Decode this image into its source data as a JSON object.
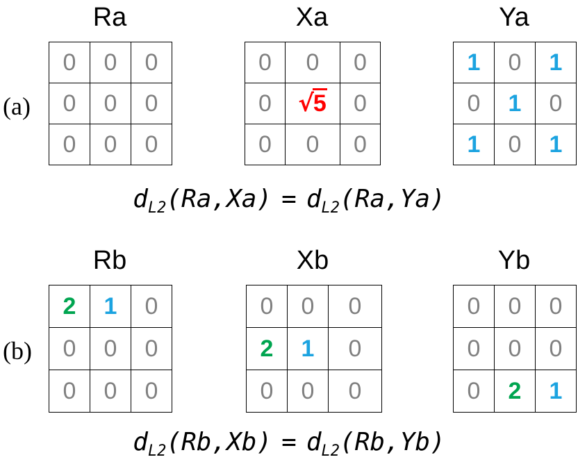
{
  "colors": {
    "gray": "#808080",
    "blue": "#1ba3e0",
    "green": "#00a550",
    "red": "#ff0000"
  },
  "panel_a": {
    "label": "(a)",
    "matrices": [
      {
        "title": "Ra",
        "cells": [
          [
            "0",
            "0",
            "0"
          ],
          [
            "0",
            "0",
            "0"
          ],
          [
            "0",
            "0",
            "0"
          ]
        ]
      },
      {
        "title": "Xa",
        "cells": [
          [
            "0",
            "0",
            "0"
          ],
          [
            "0",
            "√5",
            "0"
          ],
          [
            "0",
            "0",
            "0"
          ]
        ]
      },
      {
        "title": "Ya",
        "cells": [
          [
            "1",
            "0",
            "1"
          ],
          [
            "0",
            "1",
            "0"
          ],
          [
            "1",
            "0",
            "1"
          ]
        ]
      }
    ],
    "equation": {
      "lhs_func": "d",
      "lhs_sub": "L2",
      "lhs_args": "(Ra,Xa)",
      "eq": "=",
      "rhs_func": "d",
      "rhs_sub": "L2",
      "rhs_args": "(Ra,Ya)"
    }
  },
  "panel_b": {
    "label": "(b)",
    "matrices": [
      {
        "title": "Rb",
        "cells": [
          [
            "2",
            "1",
            "0"
          ],
          [
            "0",
            "0",
            "0"
          ],
          [
            "0",
            "0",
            "0"
          ]
        ]
      },
      {
        "title": "Xb",
        "cells": [
          [
            "0",
            "0",
            "0"
          ],
          [
            "2",
            "1",
            "0"
          ],
          [
            "0",
            "0",
            "0"
          ]
        ]
      },
      {
        "title": "Yb",
        "cells": [
          [
            "0",
            "0",
            "0"
          ],
          [
            "0",
            "0",
            "0"
          ],
          [
            "0",
            "2",
            "1"
          ]
        ]
      }
    ],
    "equation": {
      "lhs_func": "d",
      "lhs_sub": "L2",
      "lhs_args": "(Rb,Xb)",
      "eq": "=",
      "rhs_func": "d",
      "rhs_sub": "L2",
      "rhs_args": "(Rb,Yb)"
    }
  }
}
